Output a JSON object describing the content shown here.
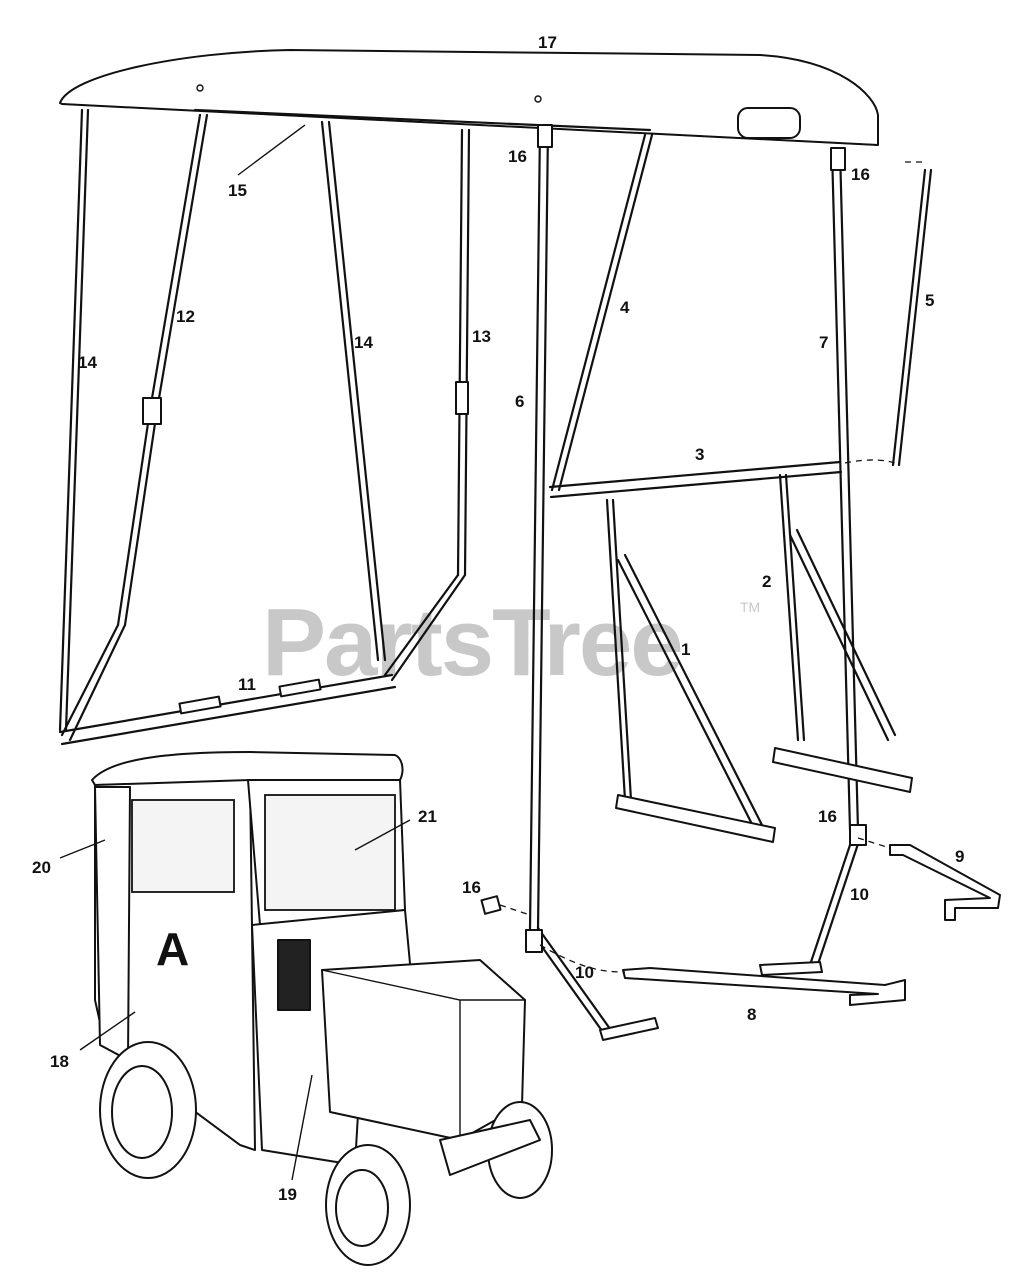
{
  "watermark": {
    "text": "PartsTree",
    "trademark": "TM"
  },
  "callouts": {
    "c1": "1",
    "c2": "2",
    "c3": "3",
    "c4": "4",
    "c5": "5",
    "c6": "6",
    "c7": "7",
    "c8": "8",
    "c9": "9",
    "c10a": "10",
    "c10b": "10",
    "c11": "11",
    "c12": "12",
    "c13": "13",
    "c14a": "14",
    "c14b": "14",
    "c15": "15",
    "c16a": "16",
    "c16b": "16",
    "c16c": "16",
    "c16d": "16",
    "c17": "17",
    "c18": "18",
    "c19": "19",
    "c20": "20",
    "c21": "21"
  },
  "emblem": "A",
  "colors": {
    "line": "#111111",
    "watermark": "#c8c8c8",
    "background": "#ffffff"
  }
}
